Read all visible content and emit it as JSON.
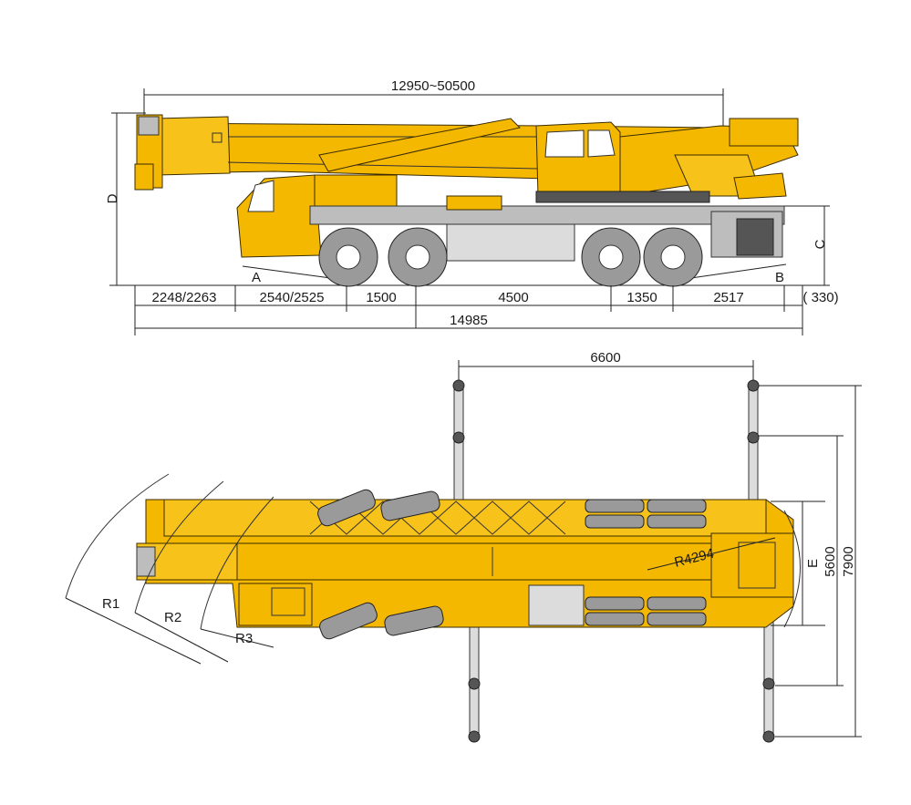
{
  "side_view": {
    "boom_length_range": "12950~50500",
    "height_label": "D",
    "clearance_label": "C",
    "angle_front_label": "A",
    "angle_rear_label": "B",
    "segments": [
      "2248/2263",
      "2540/2525",
      "1500",
      "4500",
      "1350",
      "2517",
      "( 330)"
    ],
    "overall_length": "14985"
  },
  "top_view": {
    "outrigger_span": "6600",
    "outrigger_width_mid": "5600",
    "outrigger_width_full": "7900",
    "width_label": "E",
    "tail_radius": "R4294",
    "turning_radii": [
      "R1",
      "R2",
      "R3"
    ]
  },
  "colors": {
    "crane_body": "#f5b800",
    "tire": "#9a9a9a",
    "chassis_grey": "#bdbdbd"
  }
}
